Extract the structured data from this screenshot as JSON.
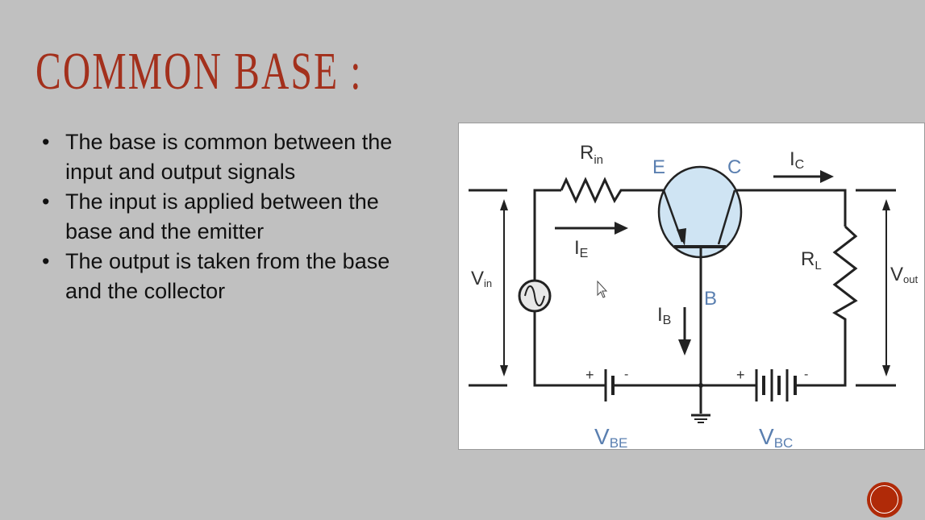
{
  "slide": {
    "title": "COMMON BASE :",
    "bullets": [
      "The base is common between the input and output signals",
      "The input is applied between the base and the emitter",
      "The output is taken from the base and the collector"
    ]
  },
  "diagram": {
    "labels": {
      "r_in": "R",
      "r_in_sub": "in",
      "emitter": "E",
      "collector": "C",
      "base": "B",
      "i_c": "I",
      "i_c_sub": "C",
      "i_e": "I",
      "i_e_sub": "E",
      "i_b": "I",
      "i_b_sub": "B",
      "r_l": "R",
      "r_l_sub": "L",
      "v_in": "V",
      "v_in_sub": "in",
      "v_out": "V",
      "v_out_sub": "out",
      "v_be": "V",
      "v_be_sub": "BE",
      "v_bc": "V",
      "v_bc_sub": "BC",
      "plus": "+",
      "minus": "-"
    },
    "colors": {
      "wire": "#222222",
      "transistor_fill": "#cfe4f3",
      "terminal_label": "#5a7fb0"
    }
  },
  "colors": {
    "title": "#a3301c",
    "background": "#c0c0c0",
    "badge": "#b02a08"
  }
}
